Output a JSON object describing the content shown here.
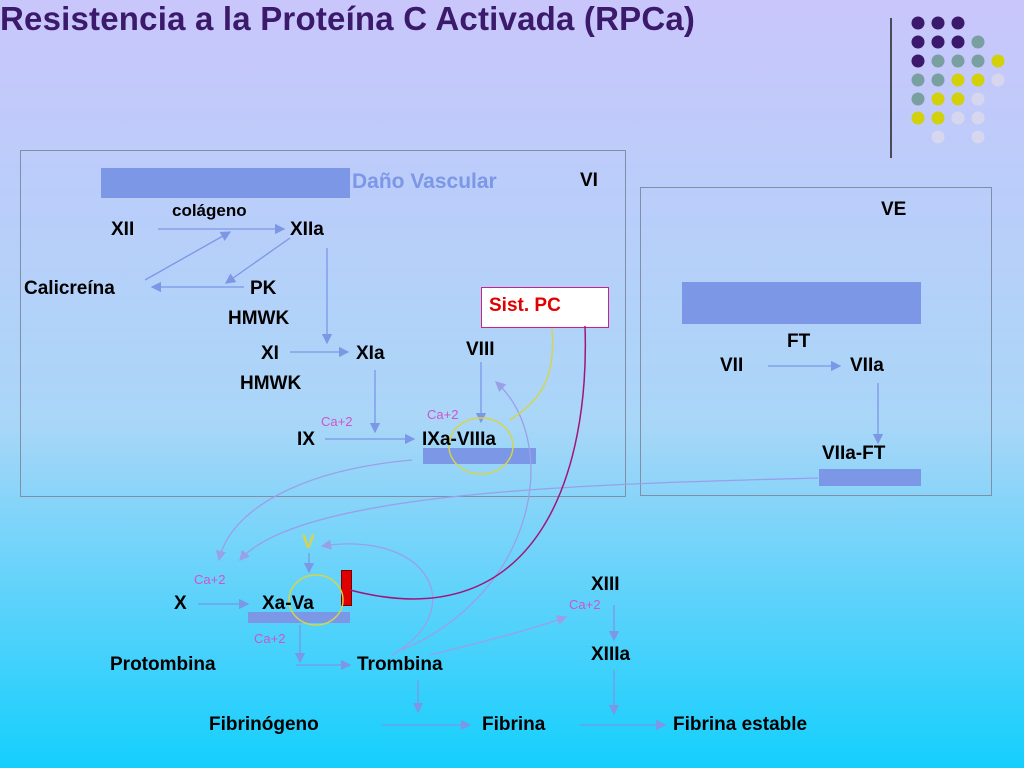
{
  "title": "Resistencia a la Proteína C Activada (RPCa)",
  "labels": {
    "dano_vascular": "Daño Vascular",
    "vi": "VI",
    "ve": "VE",
    "colageno": "colágeno",
    "xii": "XII",
    "xiia": "XIIa",
    "calicreina": "Calicreína",
    "pk": "PK",
    "hmwk1": "HMWK",
    "xi": "XI",
    "xia": "XIa",
    "hmwk2": "HMWK",
    "ix": "IX",
    "ixa_viiia": "IXa-VIIIa",
    "viii": "VIII",
    "sist_pc": "Sist. PC",
    "ft": "FT",
    "vii": "VII",
    "viia": "VIIa",
    "viia_ft": "VIIa-FT",
    "v": "V",
    "x": "X",
    "xa_va": "Xa-Va",
    "protombina": "Protombina",
    "trombina": "Trombina",
    "xiii": "XIII",
    "xiiia": "XIIIa",
    "fibrinogeno": "Fibrinógeno",
    "fibrina": "Fibrina",
    "fibrina_estable": "Fibrina estable",
    "ca1": "Ca+2",
    "ca2": "Ca+2",
    "ca3": "Ca+2",
    "ca4": "Ca+2",
    "ca5": "Ca+2"
  },
  "colors": {
    "title": "#3b1a6b",
    "band": "#7b97e6",
    "arrow": "#7b97e6",
    "calcium": "#cc55cc",
    "sist_pc_text": "#e00000",
    "sist_pc_border": "#cc2288",
    "inhibition_line": "#a0157a",
    "yellow_link": "#d6d44a",
    "block_fill": "#e00000",
    "dot_purple": "#3b1a6b",
    "dot_teal": "#7a9fa0",
    "dot_yellow": "#d2d10b",
    "dot_light": "#d6d6ee"
  }
}
